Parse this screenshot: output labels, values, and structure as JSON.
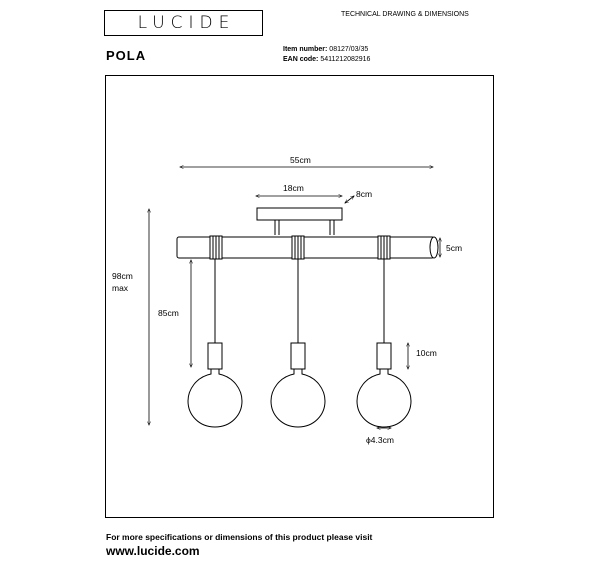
{
  "brand": {
    "logo_text": "LUCIDE"
  },
  "header": {
    "doc_type": "TECHNICAL DRAWING & DIMENSIONS",
    "product_name": "POLA",
    "item_number_label": "Item number:",
    "item_number": "08127/03/35",
    "ean_label": "EAN code:",
    "ean": "5411212082916"
  },
  "dimensions": {
    "total_width": "55cm",
    "canopy_width": "18cm",
    "canopy_depth": "8cm",
    "bar_height": "5cm",
    "total_height": "98cm",
    "total_height_note": "max",
    "pendant_height": "85cm",
    "lampholder_height": "10cm",
    "diameter": "ϕ4.3cm"
  },
  "footer": {
    "text": "For more specifications or dimensions of this product please visit",
    "url": "www.lucide.com"
  }
}
